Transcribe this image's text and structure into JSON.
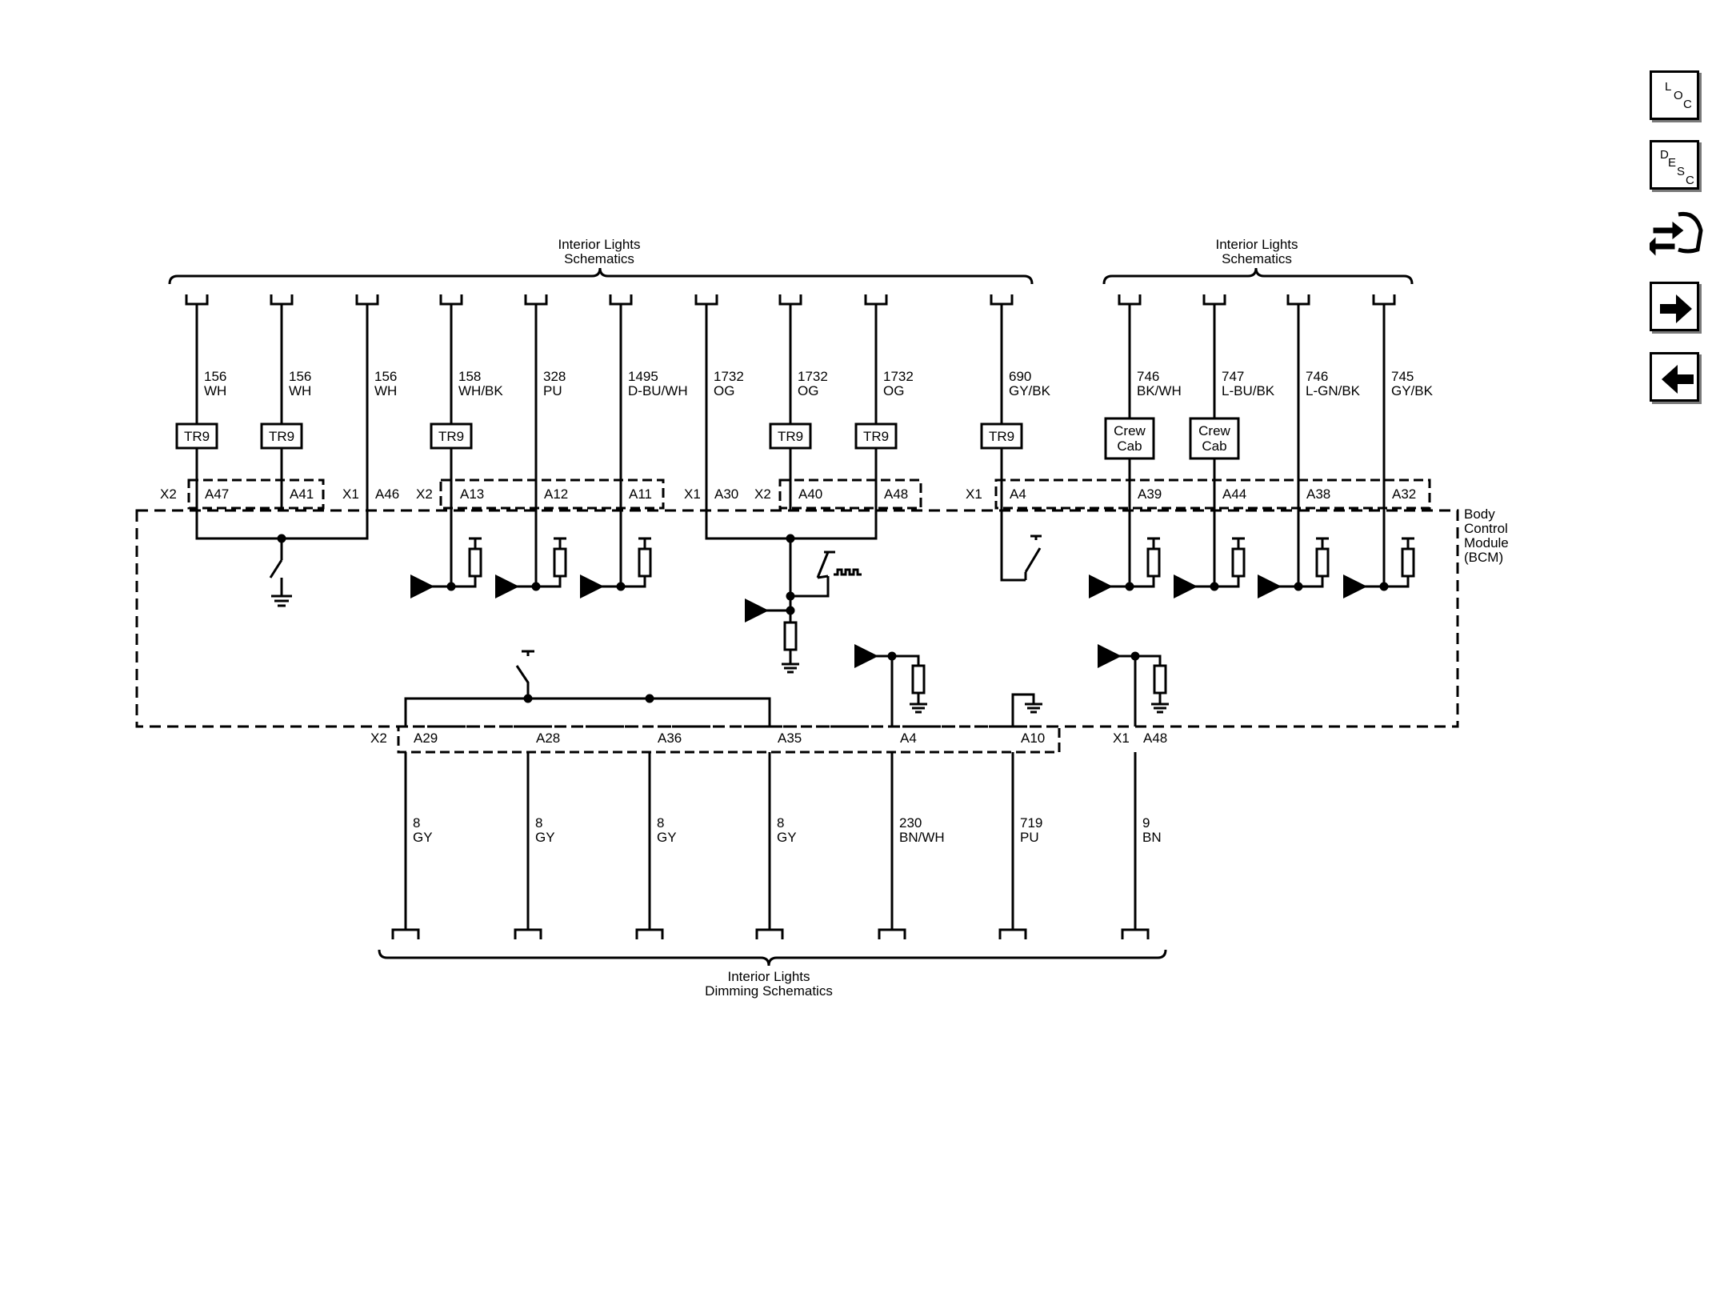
{
  "diagram": {
    "top_left_group_label": [
      "Interior Lights",
      "Schematics"
    ],
    "top_right_group_label": [
      "Interior Lights",
      "Schematics"
    ],
    "bottom_group_label": [
      "Interior Lights",
      "Dimming Schematics"
    ],
    "module_label": [
      "Body",
      "Control",
      "Module",
      "(BCM)"
    ],
    "top_wires": [
      {
        "circuit": "156",
        "color": "WH",
        "inline": "TR9"
      },
      {
        "circuit": "156",
        "color": "WH",
        "inline": "TR9"
      },
      {
        "circuit": "156",
        "color": "WH",
        "inline": ""
      },
      {
        "circuit": "158",
        "color": "WH/BK",
        "inline": "TR9"
      },
      {
        "circuit": "328",
        "color": "PU",
        "inline": ""
      },
      {
        "circuit": "1495",
        "color": "D-BU/WH",
        "inline": ""
      },
      {
        "circuit": "1732",
        "color": "OG",
        "inline": ""
      },
      {
        "circuit": "1732",
        "color": "OG",
        "inline": "TR9"
      },
      {
        "circuit": "1732",
        "color": "OG",
        "inline": "TR9"
      },
      {
        "circuit": "690",
        "color": "GY/BK",
        "inline": "TR9"
      },
      {
        "circuit": "746",
        "color": "BK/WH",
        "inline": "Crew Cab"
      },
      {
        "circuit": "747",
        "color": "L-BU/BK",
        "inline": "Crew Cab"
      },
      {
        "circuit": "746",
        "color": "L-GN/BK",
        "inline": ""
      },
      {
        "circuit": "745",
        "color": "GY/BK",
        "inline": ""
      }
    ],
    "top_pins": [
      "A47",
      "A41",
      "A46",
      "A13",
      "A12",
      "A11",
      "A30",
      "A40",
      "A48",
      "A4",
      "A39",
      "A44",
      "A38",
      "A32"
    ],
    "top_connectors": [
      "X2",
      "X1",
      "X2",
      "X1",
      "X2",
      "X1"
    ],
    "bottom_wires": [
      {
        "circuit": "8",
        "color": "GY"
      },
      {
        "circuit": "8",
        "color": "GY"
      },
      {
        "circuit": "8",
        "color": "GY"
      },
      {
        "circuit": "8",
        "color": "GY"
      },
      {
        "circuit": "230",
        "color": "BN/WH"
      },
      {
        "circuit": "719",
        "color": "PU"
      },
      {
        "circuit": "9",
        "color": "BN"
      }
    ],
    "bottom_pins": [
      "A29",
      "A28",
      "A36",
      "A35",
      "A4",
      "A10",
      "A48"
    ],
    "bottom_connectors": [
      "X2",
      "X1"
    ]
  },
  "nav": {
    "loc_button": [
      "L",
      "O",
      "C"
    ],
    "desc_button": [
      "D",
      "E",
      "S",
      "C"
    ],
    "connector_icon": "connector-end-view-icon",
    "next_icon": "arrow-right-icon",
    "prev_icon": "arrow-left-icon"
  }
}
